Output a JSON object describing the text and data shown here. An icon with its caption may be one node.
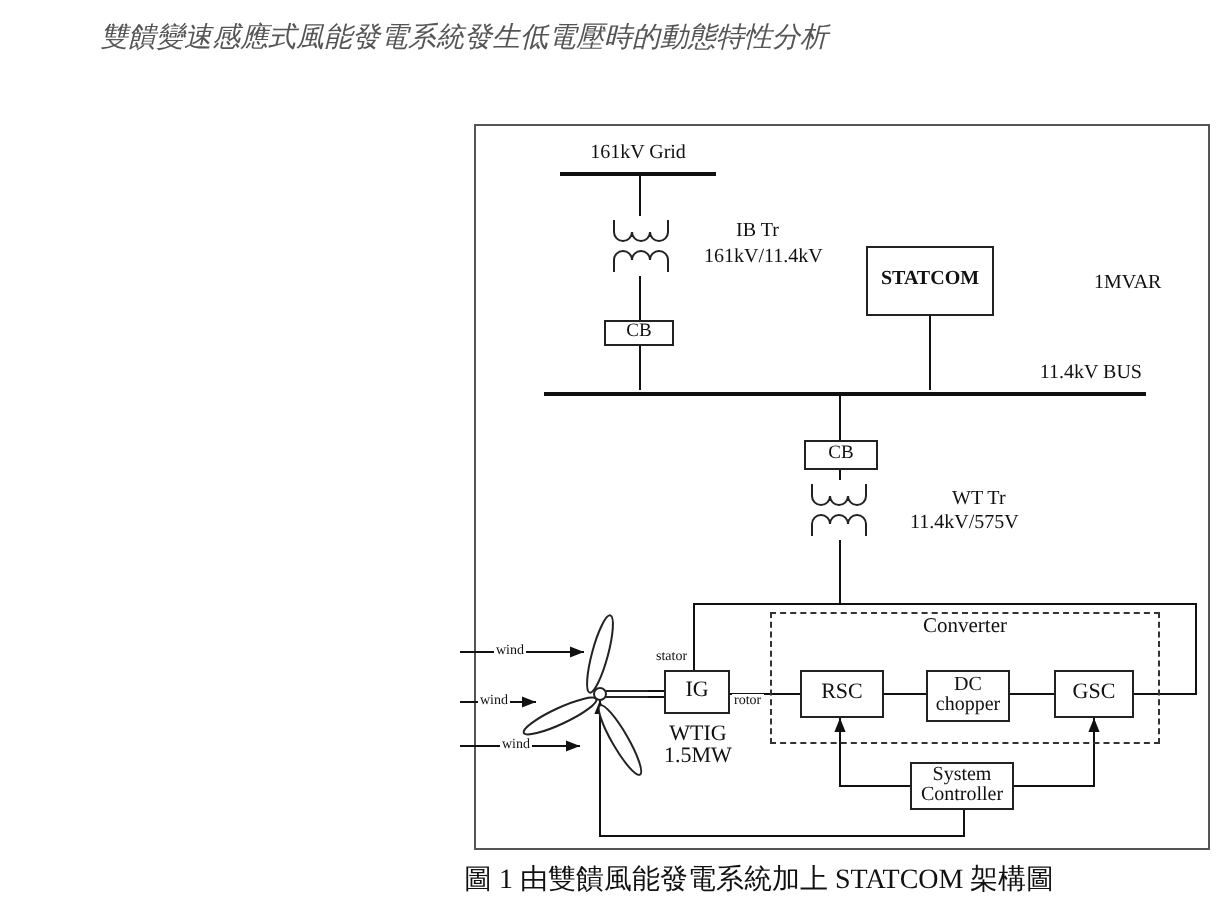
{
  "diagram": {
    "caption": "圖 1 由雙饋風能發電系統加上 STATCOM 架構圖",
    "nodes": [
      {
        "text": [
          "161kV Grid"
        ]
      },
      {
        "text": [],
        "shape": "transformer",
        "beside": [
          "IB Tr",
          "161kV/11.4kV"
        ]
      },
      {
        "text": [
          "CB"
        ]
      },
      {
        "text": [
          "STATCOM"
        ]
      },
      {
        "text": [
          "11.4kV BUS"
        ]
      },
      {
        "text": [
          "CB"
        ]
      },
      {
        "text": [],
        "shape": "transformer",
        "beside": [
          "WT Tr",
          "11.4kV/575V"
        ]
      },
      {
        "text": [],
        "shape": "turbine"
      },
      {
        "text": [
          "IG"
        ],
        "beside": [
          "WTIG 1.5MW"
        ]
      },
      {
        "text": [
          "Converter"
        ]
      },
      {
        "text": [
          "RSC"
        ],
        "in": 9
      },
      {
        "text": [
          "DC chopper"
        ],
        "in": 9
      },
      {
        "text": [
          "GSC"
        ],
        "in": 9
      },
      {
        "text": [
          "System Controller"
        ]
      }
    ],
    "edges": [
      {
        "from": 0,
        "to": 1,
        "arrow": "none"
      },
      {
        "from": 1,
        "to": 2,
        "arrow": "none"
      },
      {
        "from": 2,
        "to": 4,
        "arrow": "none"
      },
      {
        "from": 3,
        "to": 4,
        "arrow": "none"
      },
      {
        "from": 4,
        "to": 5,
        "arrow": "none"
      },
      {
        "from": 5,
        "to": 6,
        "arrow": "none"
      },
      {
        "from": 6,
        "to": 8,
        "arrow": "none",
        "label": "stator"
      },
      {
        "from": 6,
        "to": 12,
        "arrow": "none"
      },
      {
        "from": 7,
        "to": 8,
        "arrow": "none"
      },
      {
        "from": 8,
        "to": 10,
        "arrow": "none",
        "label": "rotor"
      },
      {
        "from": 10,
        "to": 11,
        "arrow": "none"
      },
      {
        "from": 11,
        "to": 12,
        "arrow": "none"
      },
      {
        "from": 13,
        "to": 10,
        "arrow": "to"
      },
      {
        "from": 13,
        "to": 12,
        "arrow": "to"
      },
      {
        "from": 13,
        "to": 7,
        "arrow": "to"
      },
      {
        "from": null,
        "to": 7,
        "arrow": "to",
        "label": "wind"
      },
      {
        "from": null,
        "to": 7,
        "arrow": "to",
        "label": "wind"
      },
      {
        "from": null,
        "to": 7,
        "arrow": "to",
        "label": "wind"
      }
    ],
    "labels": [
      "雙饋變速感應式風能發電系統發生低電壓時的動態特性分析",
      "1MVAR"
    ]
  }
}
